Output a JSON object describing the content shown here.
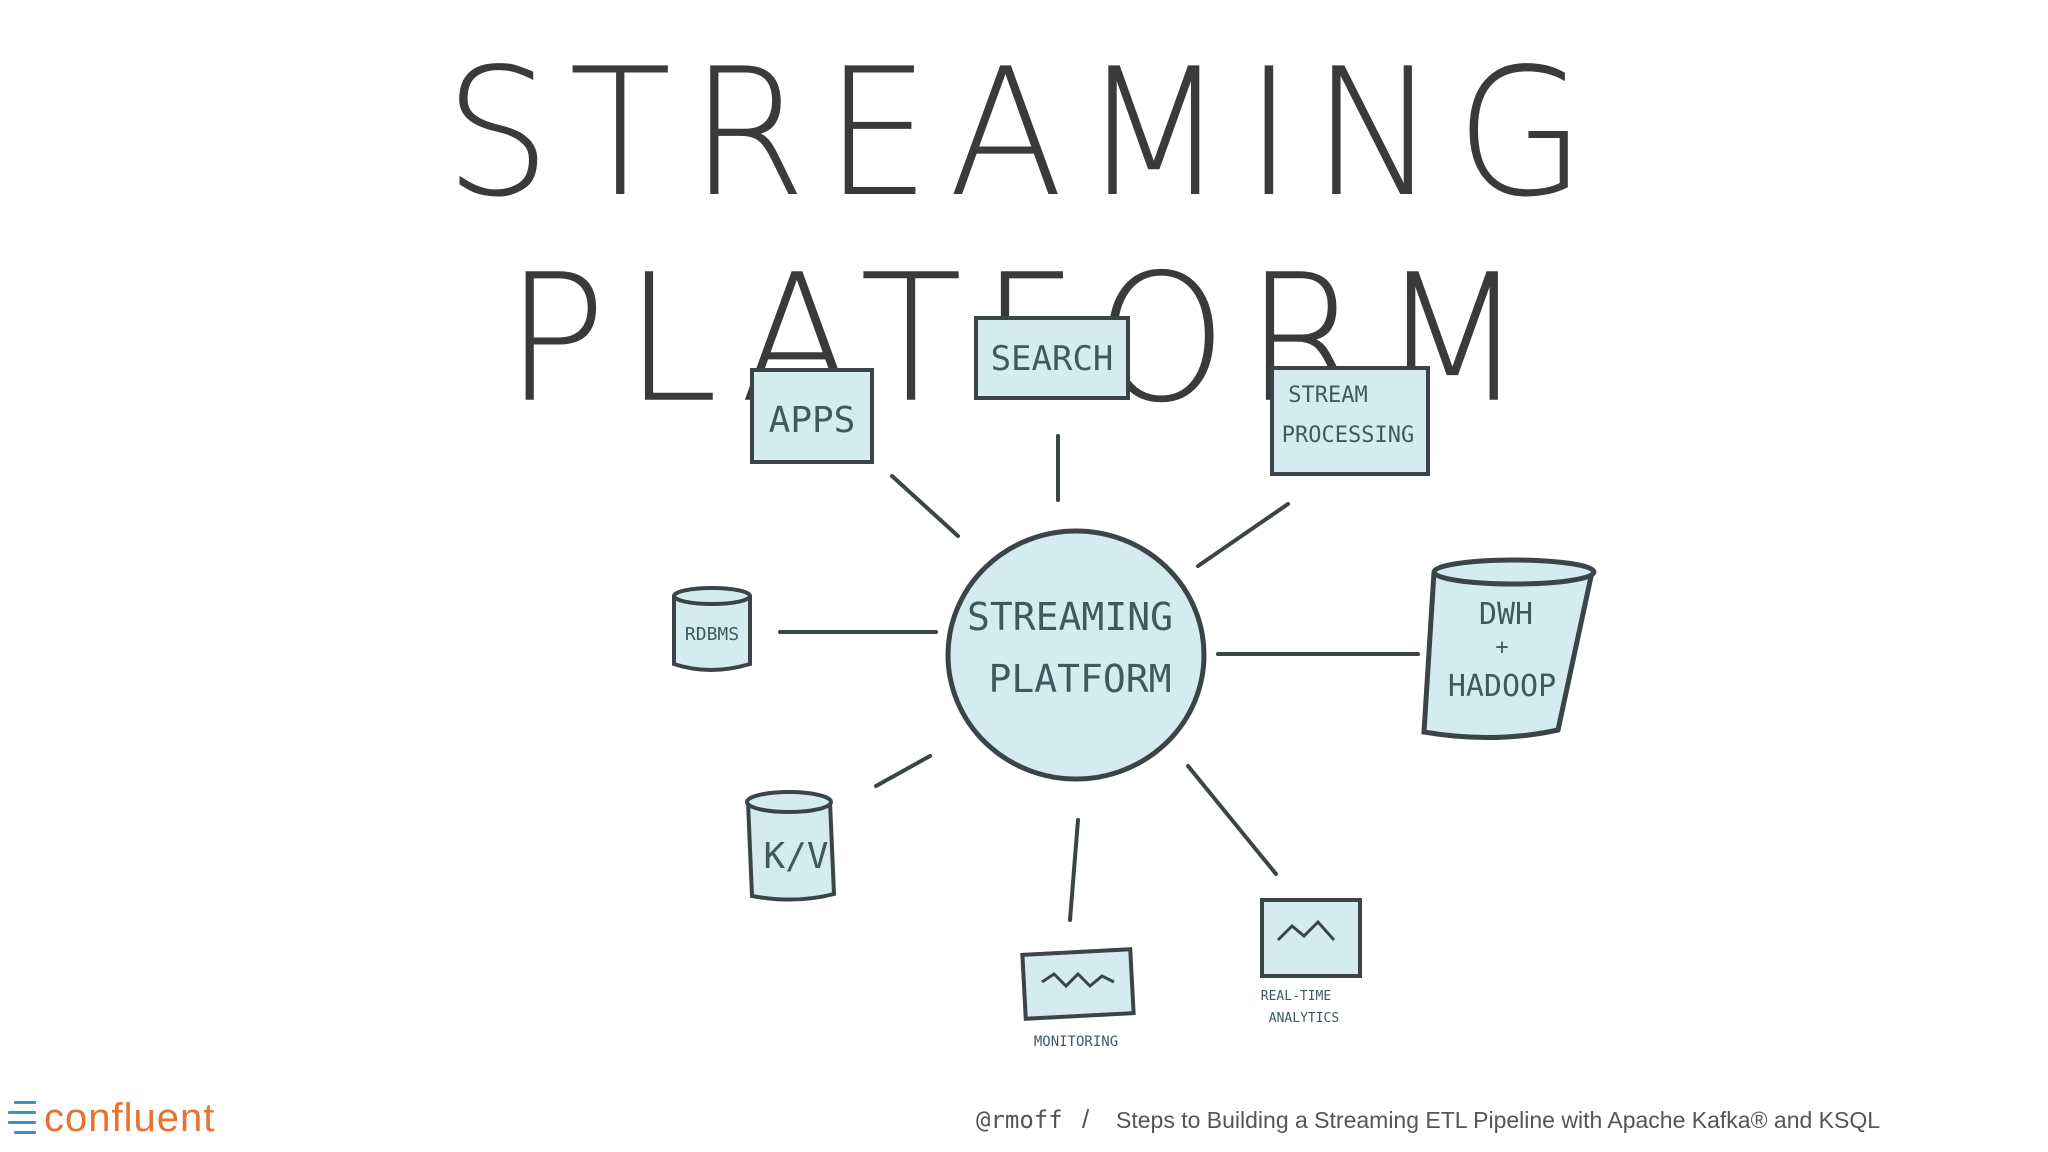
{
  "title": "STREAMING PLATFORM",
  "hub_label_line1": "STREAMING",
  "hub_label_line2": "PLATFORM",
  "nodes": {
    "apps": "APPS",
    "search": "SEARCH",
    "stream_processing_line1": "STREAM",
    "stream_processing_line2": "PROCESSING",
    "rdbms": "RDBMS",
    "dwh_line1": "DWH",
    "dwh_line2": "+",
    "dwh_line3": "HADOOP",
    "kv": "K/V",
    "monitoring": "MONITORING",
    "realtime_line1": "REAL-TIME",
    "realtime_line2": "ANALYTICS"
  },
  "footer": {
    "logo": "confluent",
    "handle": "@rmoff",
    "separator": "/",
    "text": "Steps to Building a Streaming ETL Pipeline with Apache Kafka® and KSQL"
  },
  "colors": {
    "node_fill": "#d4ecf0",
    "stroke": "#3b4446",
    "brand_orange": "#e8732f",
    "brand_blue": "#3e8fc7"
  }
}
